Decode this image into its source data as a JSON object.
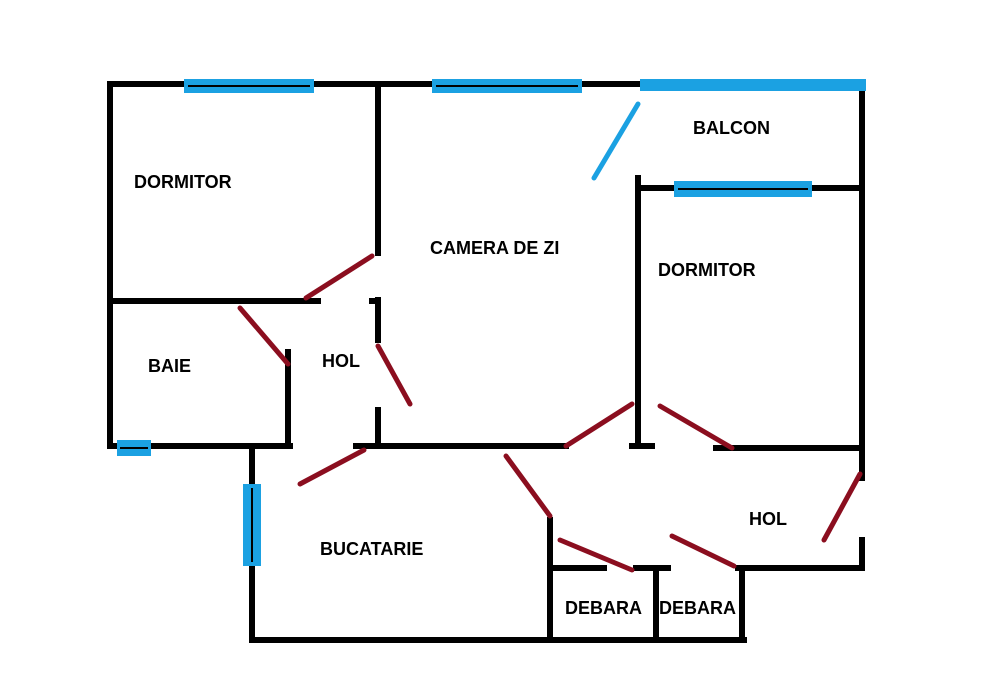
{
  "colors": {
    "wall": "#000000",
    "window": "#1ba1e2",
    "door": "#8b0e1f",
    "background": "#ffffff"
  },
  "rooms": [
    {
      "id": "dormitor-left",
      "label": "DORMITOR"
    },
    {
      "id": "camera-de-zi",
      "label": "CAMERA DE ZI"
    },
    {
      "id": "balcon",
      "label": "BALCON"
    },
    {
      "id": "dormitor-right",
      "label": "DORMITOR"
    },
    {
      "id": "baie",
      "label": "BAIE"
    },
    {
      "id": "hol-left",
      "label": "HOL"
    },
    {
      "id": "bucatarie",
      "label": "BUCATARIE"
    },
    {
      "id": "hol-right",
      "label": "HOL"
    },
    {
      "id": "debara-1",
      "label": "DEBARA"
    },
    {
      "id": "debara-2",
      "label": "DEBARA"
    }
  ]
}
